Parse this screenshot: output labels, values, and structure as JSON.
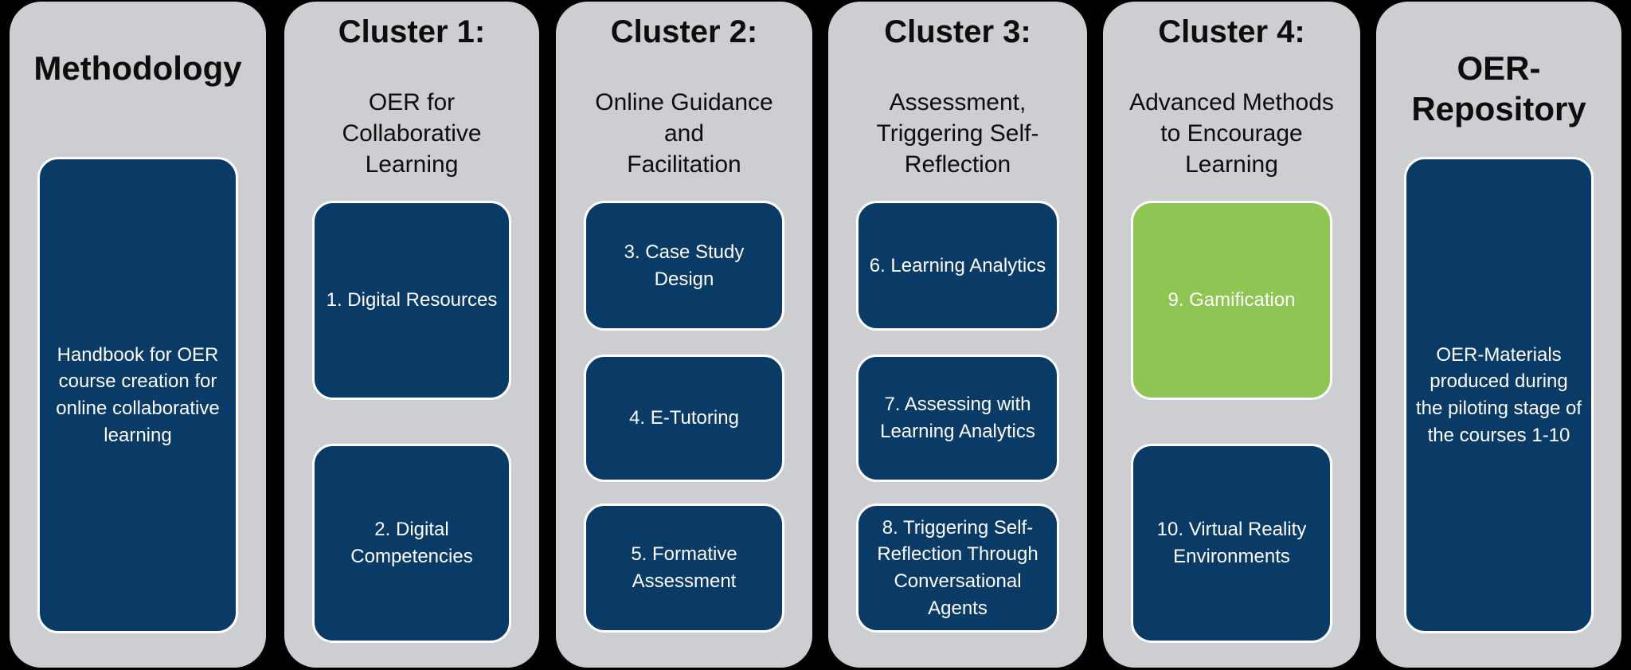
{
  "colors": {
    "page_bg": "#000000",
    "column_bg": "#CDCED2",
    "box_navy": "#0A3A66",
    "box_green": "#8FC653",
    "box_border": "#FFFFFF",
    "title_text": "#0D0D0D",
    "box_text": "#FFFFFF"
  },
  "columns": [
    {
      "id": "methodology",
      "title": "Methodology",
      "subtitle": "",
      "boxes": [
        {
          "label": "Handbook for OER\ncourse creation for\nonline collaborative\nlearning",
          "color": "navy"
        }
      ]
    },
    {
      "id": "cluster-1",
      "title": "Cluster 1:",
      "subtitle": "OER for\nCollaborative\nLearning",
      "boxes": [
        {
          "label": "1. Digital Resources",
          "color": "navy"
        },
        {
          "label": "2. Digital\nCompetencies",
          "color": "navy"
        }
      ]
    },
    {
      "id": "cluster-2",
      "title": "Cluster 2:",
      "subtitle": "Online Guidance\nand\nFacilitation",
      "boxes": [
        {
          "label": "3. Case Study\nDesign",
          "color": "navy"
        },
        {
          "label": "4. E-Tutoring",
          "color": "navy"
        },
        {
          "label": "5. Formative\nAssessment",
          "color": "navy"
        }
      ]
    },
    {
      "id": "cluster-3",
      "title": "Cluster 3:",
      "subtitle": "Assessment,\nTriggering Self-\nReflection",
      "boxes": [
        {
          "label": "6. Learning Analytics",
          "color": "navy"
        },
        {
          "label": "7. Assessing with\nLearning Analytics",
          "color": "navy"
        },
        {
          "label": "8. Triggering Self-\nReflection Through\nConversational\nAgents",
          "color": "navy"
        }
      ]
    },
    {
      "id": "cluster-4",
      "title": "Cluster 4:",
      "subtitle": "Advanced Methods\nto Encourage\nLearning",
      "boxes": [
        {
          "label": "9. Gamification",
          "color": "green"
        },
        {
          "label": "10. Virtual Reality\nEnvironments",
          "color": "navy"
        }
      ]
    },
    {
      "id": "oer-repository",
      "title": "OER-\nRepository",
      "subtitle": "",
      "boxes": [
        {
          "label": "OER-Materials\nproduced during\nthe piloting stage of\nthe courses 1-10",
          "color": "navy"
        }
      ]
    }
  ]
}
